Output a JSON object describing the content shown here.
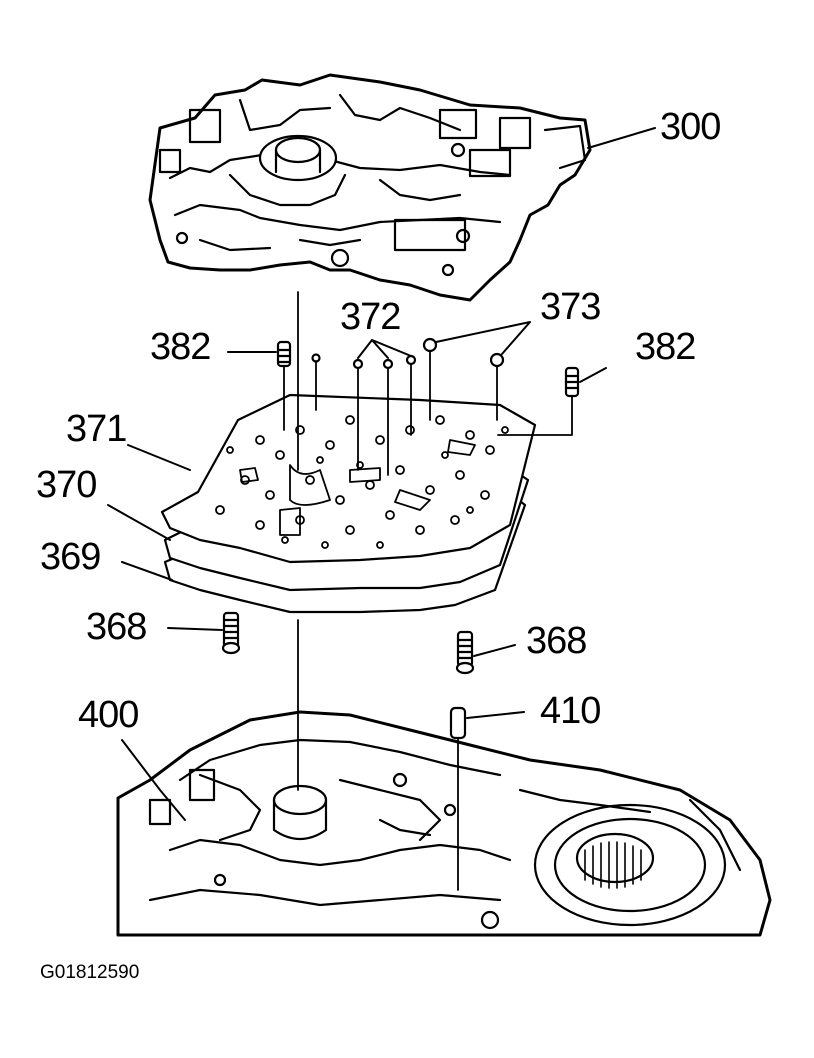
{
  "colors": {
    "ink": "#000000",
    "paper": "#ffffff"
  },
  "callouts": {
    "c300": "300",
    "c372": "372",
    "c373": "373",
    "c382_left": "382",
    "c382_right": "382",
    "c371": "371",
    "c370": "370",
    "c369": "369",
    "c368_left": "368",
    "c368_right": "368",
    "c410": "410",
    "c400": "400"
  },
  "figure_id": "G01812590"
}
